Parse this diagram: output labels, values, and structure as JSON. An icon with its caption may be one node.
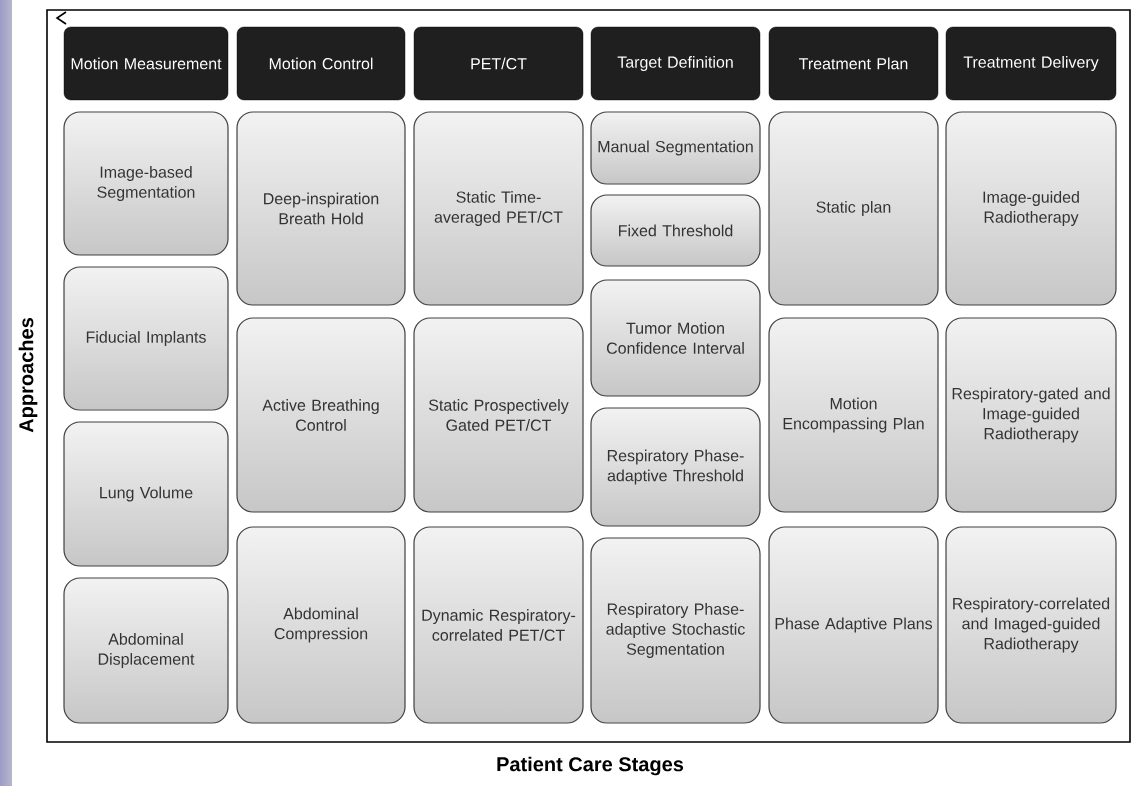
{
  "diagram": {
    "nodes": [
      {
        "text": [
          "Motion Measurement"
        ]
      },
      {
        "text": [
          "Motion Control"
        ]
      },
      {
        "text": [
          "PET/CT"
        ]
      },
      {
        "text": [
          "Target Definition"
        ]
      },
      {
        "text": [
          "Treatment Plan"
        ]
      },
      {
        "text": [
          "Treatment Delivery"
        ]
      },
      {
        "text": [
          "Image-based Segmentation"
        ]
      },
      {
        "text": [
          "Fiducial Implants"
        ]
      },
      {
        "text": [
          "Lung Volume"
        ]
      },
      {
        "text": [
          "Abdominal Displacement"
        ]
      },
      {
        "text": [
          "Deep-inspiration Breath Hold"
        ]
      },
      {
        "text": [
          "Active Breathing Control"
        ]
      },
      {
        "text": [
          "Abdominal Compression"
        ]
      },
      {
        "text": [
          "Static Time-averaged PET/CT"
        ]
      },
      {
        "text": [
          "Static Prospectively Gated PET/CT"
        ]
      },
      {
        "text": [
          "Dynamic Respiratory-correlated PET/CT"
        ]
      },
      {
        "text": [
          "Manual Segmentation"
        ]
      },
      {
        "text": [
          "Fixed Threshold"
        ]
      },
      {
        "text": [
          "Tumor Motion Confidence Interval"
        ]
      },
      {
        "text": [
          "Respiratory Phase-adaptive Threshold"
        ]
      },
      {
        "text": [
          "Respiratory Phase-adaptive Stochastic Segmentation"
        ]
      },
      {
        "text": [
          "Static plan"
        ]
      },
      {
        "text": [
          "Motion Encompassing Plan"
        ]
      },
      {
        "text": [
          "Phase Adaptive Plans"
        ]
      },
      {
        "text": [
          "Image-guided Radiotherapy"
        ]
      },
      {
        "text": [
          "Respiratory-gated and Image-guided Radiotherapy"
        ]
      },
      {
        "text": [
          "Respiratory-correlated and Imaged-guided Radiotherapy"
        ]
      }
    ],
    "labels": [
      "Approaches",
      "Patient Care Stages"
    ]
  }
}
